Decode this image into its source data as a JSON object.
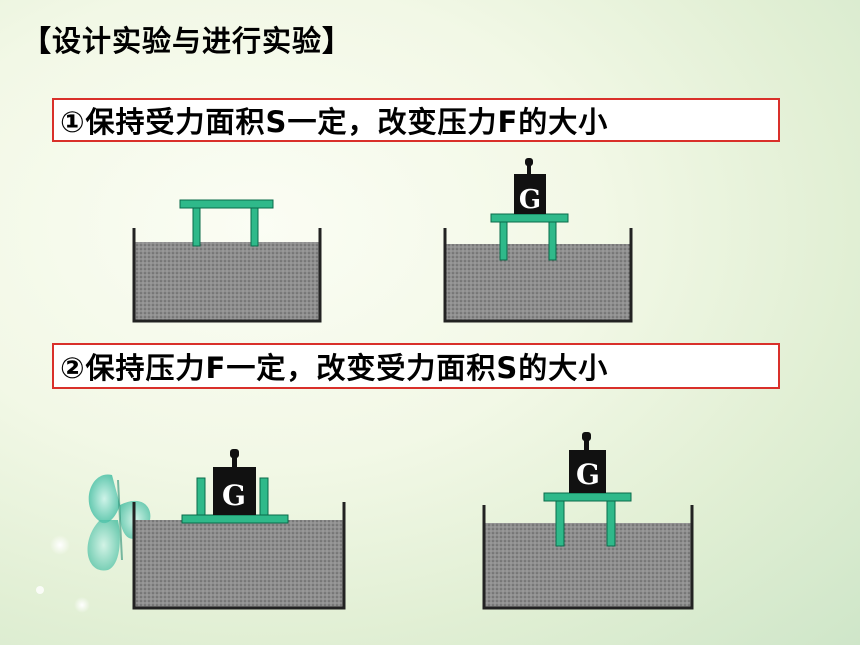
{
  "title": "【设计实验与进行实验】",
  "rules": [
    {
      "text": "①保持受力面积S一定，改变压力F的大小"
    },
    {
      "text": "②保持压力F一定，改变受力面积S的大小"
    }
  ],
  "weight_label": "G",
  "colors": {
    "table": "#2fb98a",
    "table_stroke": "#0a6b4a",
    "sand": "#8a8a8a",
    "container": "#222222",
    "weight": "#111111",
    "weight_text": "#ffffff",
    "rule_border": "#d9302a"
  }
}
